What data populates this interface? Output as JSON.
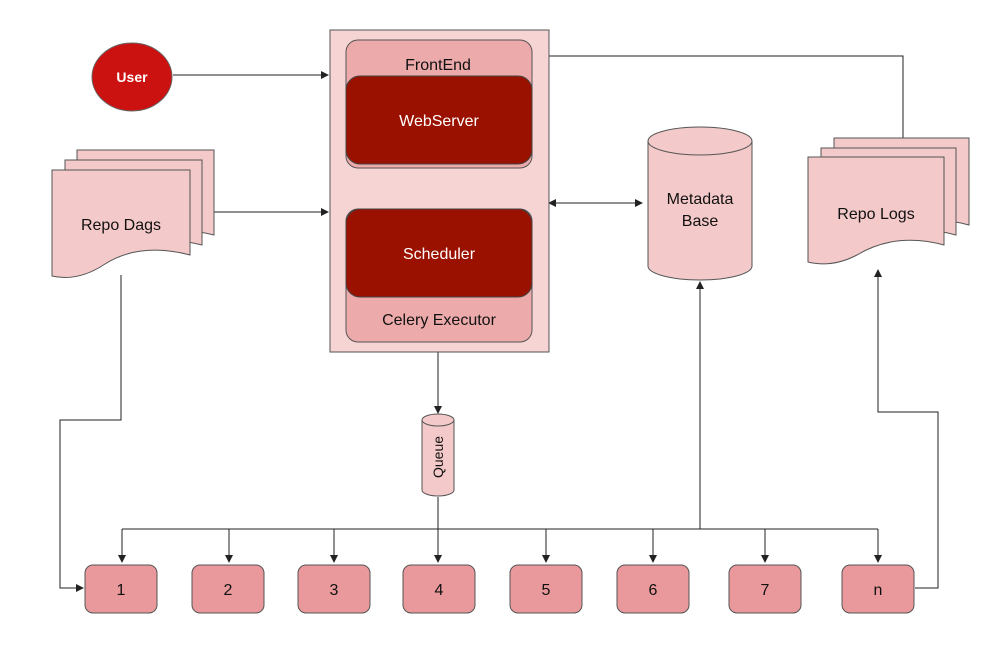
{
  "diagram": {
    "user": "User",
    "frontend": "FrontEnd",
    "webserver": "WebServer",
    "scheduler": "Scheduler",
    "executor": "Celery Executor",
    "repo_dags": "Repo Dags",
    "metadata_line1": "Metadata",
    "metadata_line2": "Base",
    "repo_logs": "Repo Logs",
    "queue": "Queue",
    "workers": [
      "1",
      "2",
      "3",
      "4",
      "5",
      "6",
      "7",
      "n"
    ]
  },
  "colors": {
    "user_fill": "#cc1111",
    "dark_red": "#9b1100",
    "outer_box": "#f7d4d4",
    "frontend_fill": "#ecaaaa",
    "light_pink": "#f4c9c9",
    "worker_fill": "#e9999b"
  }
}
